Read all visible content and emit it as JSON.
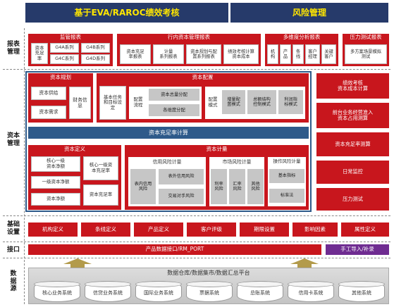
{
  "header": {
    "left_title": "基于EVA/RAROC绩效考核",
    "right_title": "风险管理"
  },
  "rows": {
    "reporting": "报表\n管理",
    "capital": "资本\n管理",
    "basic": "基础\n设置",
    "interface": "接口",
    "datasource": "数\n据\n源"
  },
  "reporting": {
    "regulatory": {
      "title": "监管报表",
      "main": "资本\n充足\n率",
      "items": [
        "G4A系列",
        "G4B系列",
        "G4C系列",
        "G4D系列"
      ]
    },
    "internal": {
      "title": "行内资本管理报表",
      "items": [
        "资本充足\n率报表",
        "计量\n系列报表",
        "资本规划与配\n置系列报表",
        "绩效考核计算\n资本成本"
      ]
    },
    "multidim": {
      "title": "多维度分析报表",
      "items": [
        "机\n构",
        "产\n品",
        "条\n线",
        "客户\n经理",
        "关键\n客户"
      ]
    },
    "stress": {
      "title": "压力测试报表",
      "items": [
        "多方案场景模拟\n测试"
      ]
    }
  },
  "capital": {
    "planning": {
      "title": "资本规划",
      "items": [
        "资本供给",
        "资本需求",
        "财务信\n息"
      ]
    },
    "allocation": {
      "title": "资本配置",
      "base": "基本任务\n和目标设\n定",
      "flow": "配置\n流程",
      "flow_items": [
        "资本总量分配",
        "各维度分配"
      ],
      "mode": "配置\n模式",
      "mode_items": [
        "增量配\n置模式",
        "总额结构\n控制模式",
        "利润指\n标模式"
      ]
    },
    "car_calc": "资本充足率计算",
    "definition": {
      "title": "资本定义",
      "items": [
        "核心一级\n资本净额",
        "一级资本净额",
        "资本净额"
      ],
      "right_items": [
        "核心一级资\n本充足率",
        "资本充足率"
      ]
    },
    "measurement": {
      "title": "资本计量",
      "credit": {
        "title": "信用风险计量",
        "items": [
          "表内信用\n风险",
          "表外信用风险",
          "交易对手风险"
        ]
      },
      "market": {
        "title": "市场风险计量",
        "items": [
          "利率\n风险",
          "汇率\n风险",
          "其他\n风险"
        ]
      },
      "operational": {
        "title": "操作风险计量",
        "items": [
          "基本指标",
          "标准法"
        ]
      }
    },
    "right_column": [
      "绩效考核\n资本成本计算",
      "前台业务经营准入\n资本占用测算",
      "资本充足率测算",
      "日常监控",
      "压力测试"
    ]
  },
  "basic": [
    "机构定义",
    "条线定义",
    "产品定义",
    "客户评级",
    "期限设置",
    "影响因素",
    "属性定义"
  ],
  "interface": {
    "main": "产品数据接口/RM_PORT",
    "manual": "手工导入/补录"
  },
  "datasource": {
    "platform": "数据仓库/数据集市/数据汇总平台",
    "systems": [
      "核心业务系统",
      "信贷业务系统",
      "国际业务系统",
      "票据系统",
      "总账系统",
      "信用卡系统",
      "其他系统"
    ]
  },
  "colors": {
    "primary_red": "#c8161d",
    "header_yellow": "#ffe600",
    "navy": "#263a6a",
    "steel_blue": "#2e5a8a",
    "purple": "#6f2c91",
    "olive_arrow": "#b39b4b"
  }
}
